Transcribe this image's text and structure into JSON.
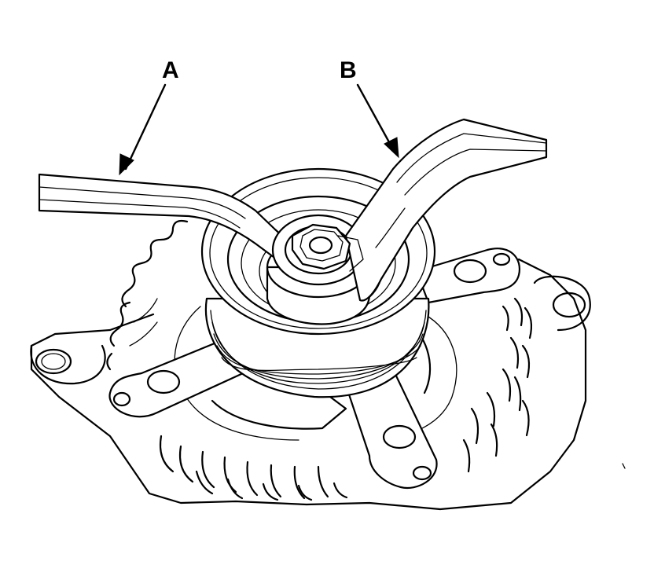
{
  "figure": {
    "callouts": [
      {
        "id": "A",
        "text": "A"
      },
      {
        "id": "B",
        "text": "B"
      }
    ],
    "colors": {
      "line": "#000000",
      "background": "#ffffff"
    }
  }
}
